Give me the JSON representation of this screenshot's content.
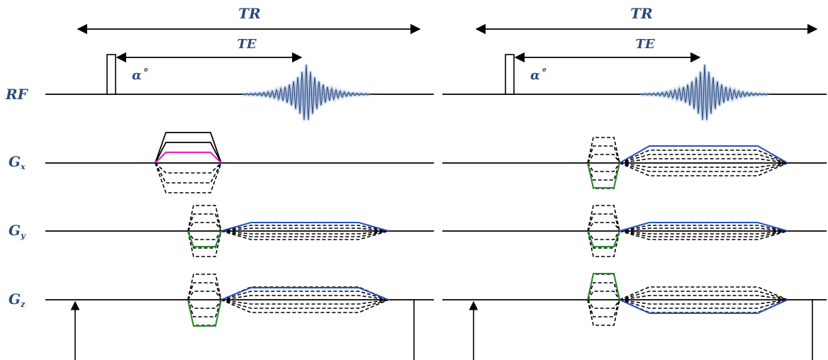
{
  "labels": {
    "tr": "TR",
    "te": "TE",
    "flip_angle": "α˚",
    "rf": "RF",
    "gx_main": "G",
    "gx_sub": "x",
    "gy_main": "G",
    "gy_sub": "y",
    "gz_main": "G",
    "gz_sub": "z"
  },
  "colors": {
    "axis": "#000000",
    "label": "#2c4a7c",
    "echo": "#2c4a7c",
    "readout_highlight": "#2255bb",
    "prephase_highlight": "#2a8a2a",
    "gx_highlight": "#ee22cc"
  },
  "panels": [
    {
      "id": "left",
      "gx_mode": "slice-select-style",
      "gz_readout_highlight": "top"
    },
    {
      "id": "right",
      "gx_mode": "phase-encode",
      "gz_readout_highlight": "bottom",
      "gz_prephase_highlight": "top"
    }
  ]
}
